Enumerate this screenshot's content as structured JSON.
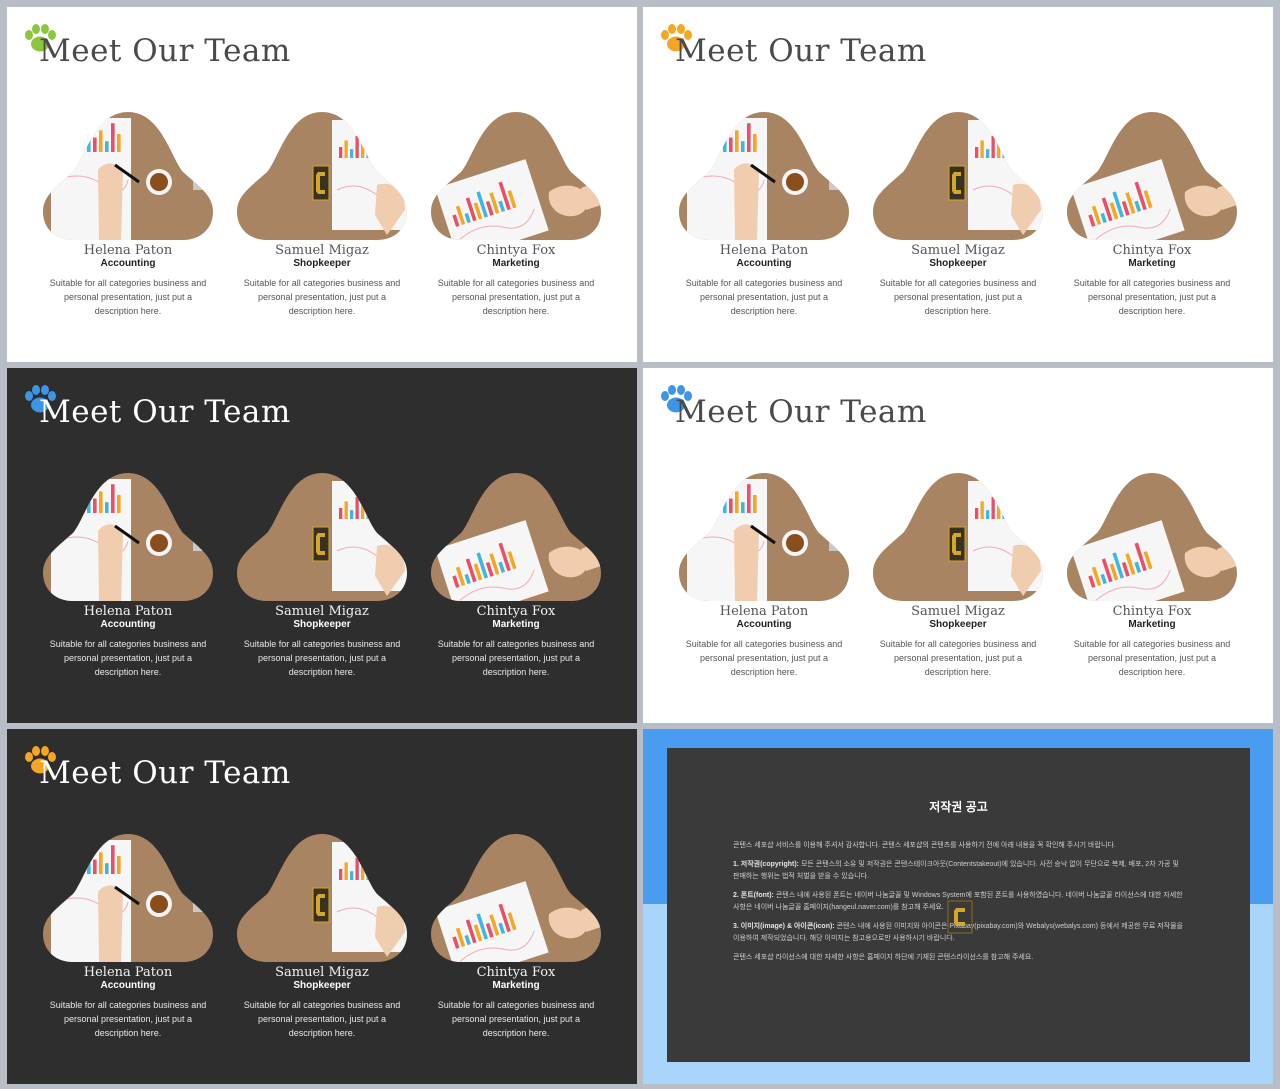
{
  "colors": {
    "paw_green": "#8cc63f",
    "paw_orange": "#f5a623",
    "paw_blue": "#3d95e8",
    "dark_bg": "#2e2e2e",
    "notice_blue": "#4a9cf0",
    "notice_light_blue": "#a9d5fb"
  },
  "slides": [
    {
      "title": "Meet Our Team",
      "theme": "light",
      "paw_icon": "paw-print-icon",
      "paw_color": "green",
      "members": [
        {
          "name": "Helena Paton",
          "role": "Accounting",
          "description": "Suitable for all categories business and personal presentation, just put a description here."
        },
        {
          "name": "Samuel Migaz",
          "role": "Shopkeeper",
          "description": "Suitable for all categories business and personal presentation, just put a description here."
        },
        {
          "name": "Chintya Fox",
          "role": "Marketing",
          "description": "Suitable for all categories business and personal presentation, just put a description here."
        }
      ]
    },
    {
      "title": "Meet Our Team",
      "theme": "light",
      "paw_icon": "paw-print-icon",
      "paw_color": "orange",
      "members": [
        {
          "name": "Helena Paton",
          "role": "Accounting",
          "description": "Suitable for all categories business and personal presentation, just put a description here."
        },
        {
          "name": "Samuel Migaz",
          "role": "Shopkeeper",
          "description": "Suitable for all categories business and personal presentation, just put a description here."
        },
        {
          "name": "Chintya Fox",
          "role": "Marketing",
          "description": "Suitable for all categories business and personal presentation, just put a description here."
        }
      ]
    },
    {
      "title": "Meet Our Team",
      "theme": "dark",
      "paw_icon": "paw-print-icon",
      "paw_color": "blue",
      "members": [
        {
          "name": "Helena Paton",
          "role": "Accounting",
          "description": "Suitable for all categories business and personal presentation, just put a description here."
        },
        {
          "name": "Samuel Migaz",
          "role": "Shopkeeper",
          "description": "Suitable for all categories business and personal presentation, just put a description here."
        },
        {
          "name": "Chintya Fox",
          "role": "Marketing",
          "description": "Suitable for all categories business and personal presentation, just put a description here."
        }
      ]
    },
    {
      "title": "Meet Our Team",
      "theme": "light",
      "paw_icon": "paw-print-icon",
      "paw_color": "blue",
      "members": [
        {
          "name": "Helena Paton",
          "role": "Accounting",
          "description": "Suitable for all categories business and personal presentation, just put a description here."
        },
        {
          "name": "Samuel Migaz",
          "role": "Shopkeeper",
          "description": "Suitable for all categories business and personal presentation, just put a description here."
        },
        {
          "name": "Chintya Fox",
          "role": "Marketing",
          "description": "Suitable for all categories business and personal presentation, just put a description here."
        }
      ]
    },
    {
      "title": "Meet Our Team",
      "theme": "dark",
      "paw_icon": "paw-print-icon",
      "paw_color": "orange",
      "members": [
        {
          "name": "Helena Paton",
          "role": "Accounting",
          "description": "Suitable for all categories business and personal presentation, just put a description here."
        },
        {
          "name": "Samuel Migaz",
          "role": "Shopkeeper",
          "description": "Suitable for all categories business and personal presentation, just put a description here."
        },
        {
          "name": "Chintya Fox",
          "role": "Marketing",
          "description": "Suitable for all categories business and personal presentation, just put a description here."
        }
      ]
    }
  ],
  "notice": {
    "title": "저작권 공고",
    "paragraphs": [
      {
        "lead": "",
        "text": "콘텐스 세포샵 서비스를 이용해 주셔서 감사합니다. 콘텐스 세포샵의 콘텐츠를 사용하기 전에 아래 내용을 꼭 확인해 주시기 바랍니다."
      },
      {
        "lead": "1. 저작권(copyright):",
        "text": "모든 콘텐스의 소유 및 저작권은 콘텐스테이크아웃(Contentstakeout)에 있습니다. 사전 승낙 없이 무단으로 복제, 배포, 2차 가공 및 판매하는 행위는 법적 처벌을 받을 수 있습니다."
      },
      {
        "lead": "2. 폰트(font):",
        "text": "콘텐스 내에 사용된 폰트는 네이버 나눔글꼴 및 Windows System에 포함된 폰트를 사용하였습니다. 네이버 나눔글꼴 라이선스에 대한 자세한 사항은 네이버 나눔글꼴 홈페이지(hangeul.naver.com)를 참고해 주세요."
      },
      {
        "lead": "3. 이미지(image) & 아이콘(icon):",
        "text": "콘텐스 내에 사용된 이미지와 아이콘은 Pixabay(pixabay.com)와 Webalys(webalys.com) 등에서 제공한 무료 저작물을 이용하여 제작되었습니다. 해당 이미지는 참고용으로만 사용하시기 바랍니다."
      },
      {
        "lead": "",
        "text": "콘텐스 세포샵 라이선스에 대한 자세한 사항은 홈페이지 하단에 기재된 콘텐스라이선스를 참고해 주세요."
      }
    ],
    "logo_icon": "c-logo-icon"
  }
}
